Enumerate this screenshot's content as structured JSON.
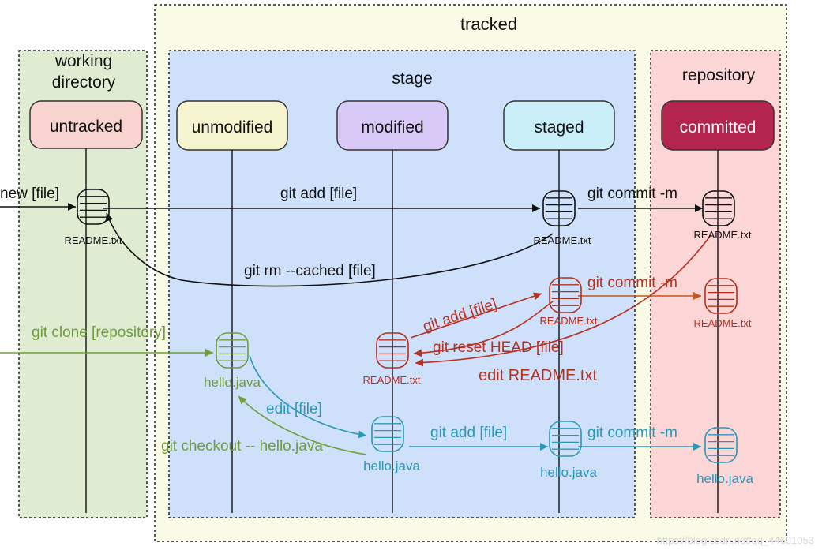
{
  "regions": {
    "tracked": "tracked",
    "working_directory": "working\ndirectory",
    "stage": "stage",
    "repository": "repository"
  },
  "states": {
    "untracked": "untracked",
    "unmodified": "unmodified",
    "modified": "modified",
    "staged": "staged",
    "committed": "committed"
  },
  "commands": {
    "new_file": "new [file]",
    "git_add_file": "git add [file]",
    "git_commit_m": "git commit -m",
    "git_rm_cached": "git rm --cached [file]",
    "git_commit_m_red": "git commit -m",
    "git_add_file_red": "git add [file]",
    "git_reset_head": "git reset HEAD [file]",
    "edit_readme": "edit README.txt",
    "git_clone": "git clone [repository]",
    "edit_file": "edit [file]",
    "git_checkout": "git checkout -- hello.java",
    "git_add_file_blue": "git add [file]",
    "git_commit_m_blue": "git commit -m"
  },
  "files": {
    "readme_untracked": "README.txt",
    "readme_staged": "README.txt",
    "readme_committed": "README.txt",
    "readme_staged_red": "README.txt",
    "readme_committed_red": "README.txt",
    "readme_modified": "README.txt",
    "hello_unmodified": "hello.java",
    "hello_modified": "hello.java",
    "hello_staged": "hello.java",
    "hello_committed": "hello.java"
  },
  "watermark": "https://blog.csdn.net/qq_44601053",
  "colors": {
    "black": "#111111",
    "red": "#b5301f",
    "green": "#6f9e3a",
    "blue": "#2a98b8",
    "untracked": "#f9d3d0",
    "unmodified": "#f6f4cf",
    "modified": "#d8c9f7",
    "staged": "#c9eef8",
    "committed": "#b3244f"
  }
}
